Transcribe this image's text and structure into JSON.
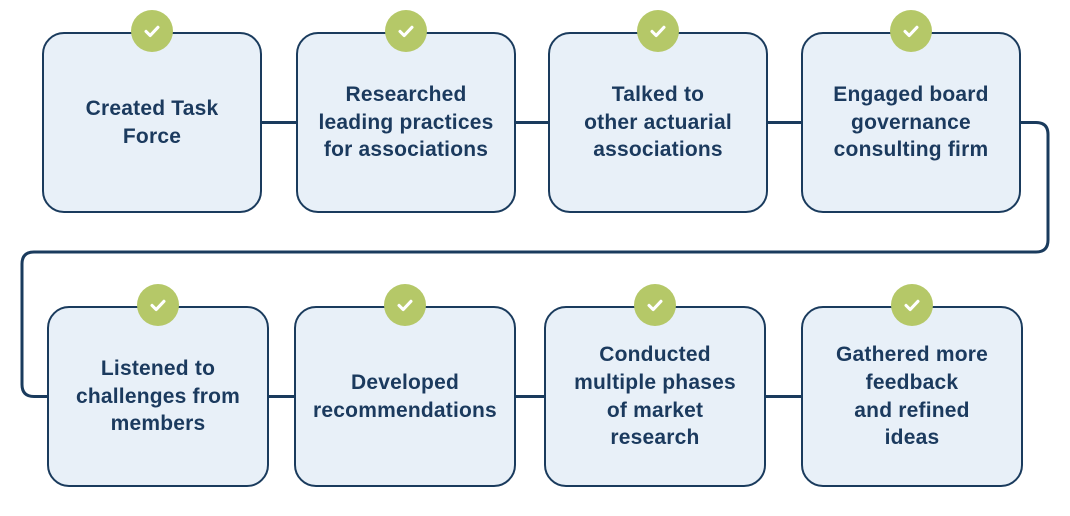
{
  "colors": {
    "background": "#ffffff",
    "box_fill": "#e8f0f8",
    "box_border": "#1a3b5d",
    "text": "#1b3a5e",
    "connector": "#1a3b5d",
    "check_circle": "#b5c868",
    "check_mark": "#ffffff"
  },
  "diagram_type": "process-flow",
  "steps": [
    {
      "label": "Created Task\nForce",
      "icon": "check"
    },
    {
      "label": "Researched\nleading practices\nfor associations",
      "icon": "check"
    },
    {
      "label": "Talked to\nother actuarial\nassociations",
      "icon": "check"
    },
    {
      "label": "Engaged board\ngovernance\nconsulting firm",
      "icon": "check"
    },
    {
      "label": "Listened to\nchallenges from\nmembers",
      "icon": "check"
    },
    {
      "label": "Developed\nrecommendations",
      "icon": "check"
    },
    {
      "label": "Conducted\nmultiple phases\nof market\nresearch",
      "icon": "check"
    },
    {
      "label": "Gathered more\nfeedback\nand refined\nideas",
      "icon": "check"
    }
  ]
}
